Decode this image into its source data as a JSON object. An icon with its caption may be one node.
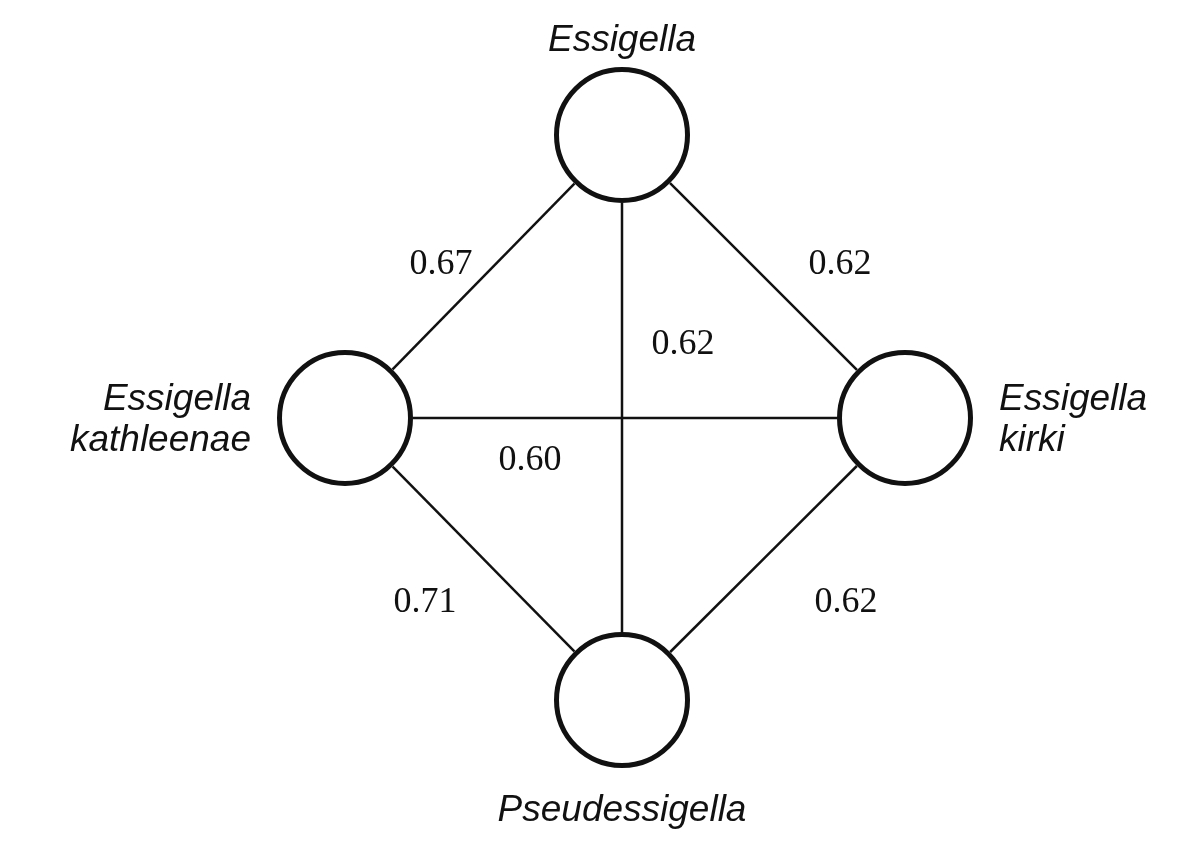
{
  "diagram": {
    "nodes": [
      {
        "text": [
          "Essigella"
        ]
      },
      {
        "text": [
          "Essigella kathleenae"
        ]
      },
      {
        "text": [
          "Essigella kirki"
        ]
      },
      {
        "text": [
          "Pseudessigella"
        ]
      }
    ],
    "edges": [
      {
        "from": 0,
        "to": 1,
        "arrow": "none",
        "label": "0.67"
      },
      {
        "from": 0,
        "to": 2,
        "arrow": "none",
        "label": "0.62"
      },
      {
        "from": 0,
        "to": 3,
        "arrow": "none",
        "label": "0.62"
      },
      {
        "from": 1,
        "to": 2,
        "arrow": "none",
        "label": "0.60"
      },
      {
        "from": 1,
        "to": 3,
        "arrow": "none",
        "label": "0.71"
      },
      {
        "from": 2,
        "to": 3,
        "arrow": "none",
        "label": "0.62"
      }
    ]
  }
}
